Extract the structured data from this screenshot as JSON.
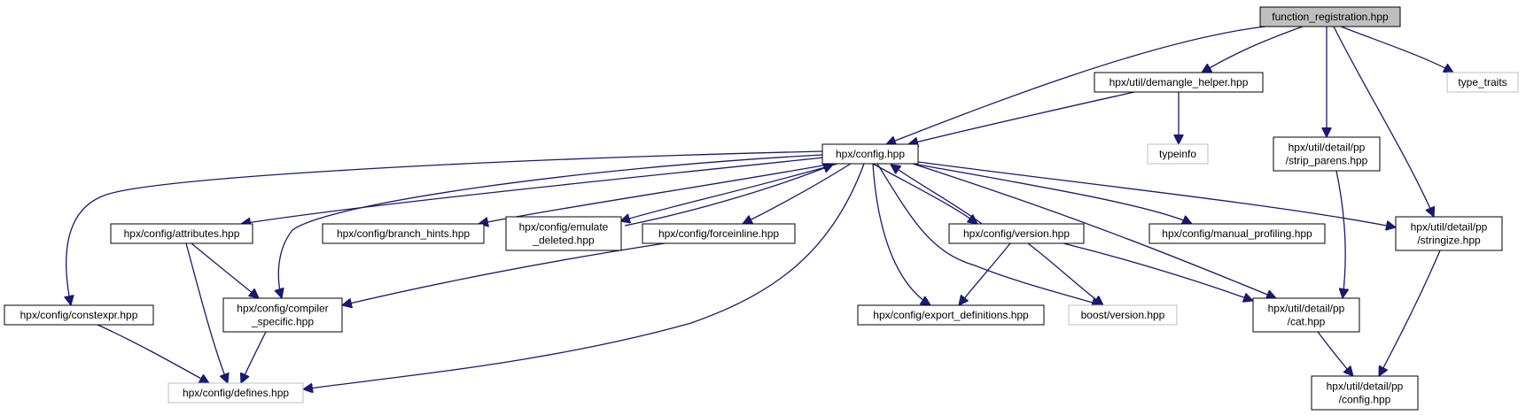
{
  "colors": {
    "edge": "#191970",
    "node_border": "#000000",
    "external_border": "#bfbfbf",
    "root_fill": "#bfbfbf",
    "node_fill": "#ffffff",
    "text": "#000000"
  },
  "nodes": [
    {
      "id": "root",
      "lines": [
        "function_registration.hpp"
      ],
      "kind": "root"
    },
    {
      "id": "demangle",
      "lines": [
        "hpx/util/demangle_helper.hpp"
      ],
      "kind": "internal"
    },
    {
      "id": "type_traits",
      "lines": [
        "type_traits"
      ],
      "kind": "external"
    },
    {
      "id": "typeinfo",
      "lines": [
        "typeinfo"
      ],
      "kind": "external"
    },
    {
      "id": "config",
      "lines": [
        "hpx/config.hpp"
      ],
      "kind": "internal"
    },
    {
      "id": "strip_parens",
      "lines": [
        "hpx/util/detail/pp",
        "/strip_parens.hpp"
      ],
      "kind": "internal"
    },
    {
      "id": "attributes",
      "lines": [
        "hpx/config/attributes.hpp"
      ],
      "kind": "internal"
    },
    {
      "id": "branch_hints",
      "lines": [
        "hpx/config/branch_hints.hpp"
      ],
      "kind": "internal"
    },
    {
      "id": "emulate_deleted",
      "lines": [
        "hpx/config/emulate",
        "_deleted.hpp"
      ],
      "kind": "internal"
    },
    {
      "id": "forceinline",
      "lines": [
        "hpx/config/forceinline.hpp"
      ],
      "kind": "internal"
    },
    {
      "id": "version",
      "lines": [
        "hpx/config/version.hpp"
      ],
      "kind": "internal"
    },
    {
      "id": "manual_profiling",
      "lines": [
        "hpx/config/manual_profiling.hpp"
      ],
      "kind": "internal"
    },
    {
      "id": "stringize",
      "lines": [
        "hpx/util/detail/pp",
        "/stringize.hpp"
      ],
      "kind": "internal"
    },
    {
      "id": "constexpr",
      "lines": [
        "hpx/config/constexpr.hpp"
      ],
      "kind": "internal"
    },
    {
      "id": "compiler_specific",
      "lines": [
        "hpx/config/compiler",
        "_specific.hpp"
      ],
      "kind": "internal"
    },
    {
      "id": "export_definitions",
      "lines": [
        "hpx/config/export_definitions.hpp"
      ],
      "kind": "internal"
    },
    {
      "id": "boost_version",
      "lines": [
        "boost/version.hpp"
      ],
      "kind": "external"
    },
    {
      "id": "cat",
      "lines": [
        "hpx/util/detail/pp",
        "/cat.hpp"
      ],
      "kind": "internal"
    },
    {
      "id": "defines",
      "lines": [
        "hpx/config/defines.hpp"
      ],
      "kind": "external"
    },
    {
      "id": "pp_config",
      "lines": [
        "hpx/util/detail/pp",
        "/config.hpp"
      ],
      "kind": "internal"
    }
  ],
  "edges": [
    {
      "from": "root",
      "to": "config"
    },
    {
      "from": "root",
      "to": "demangle"
    },
    {
      "from": "root",
      "to": "strip_parens"
    },
    {
      "from": "root",
      "to": "stringize"
    },
    {
      "from": "root",
      "to": "type_traits"
    },
    {
      "from": "demangle",
      "to": "config"
    },
    {
      "from": "demangle",
      "to": "typeinfo"
    },
    {
      "from": "config",
      "to": "attributes"
    },
    {
      "from": "config",
      "to": "branch_hints"
    },
    {
      "from": "config",
      "to": "emulate_deleted"
    },
    {
      "from": "emulate_deleted",
      "to": "config"
    },
    {
      "from": "config",
      "to": "forceinline"
    },
    {
      "from": "config",
      "to": "version"
    },
    {
      "from": "version",
      "to": "config"
    },
    {
      "from": "config",
      "to": "manual_profiling"
    },
    {
      "from": "config",
      "to": "stringize"
    },
    {
      "from": "config",
      "to": "constexpr"
    },
    {
      "from": "config",
      "to": "compiler_specific"
    },
    {
      "from": "config",
      "to": "defines"
    },
    {
      "from": "config",
      "to": "export_definitions"
    },
    {
      "from": "config",
      "to": "boost_version"
    },
    {
      "from": "config",
      "to": "cat"
    },
    {
      "from": "attributes",
      "to": "compiler_specific"
    },
    {
      "from": "attributes",
      "to": "defines"
    },
    {
      "from": "forceinline",
      "to": "compiler_specific"
    },
    {
      "from": "compiler_specific",
      "to": "defines"
    },
    {
      "from": "constexpr",
      "to": "defines"
    },
    {
      "from": "version",
      "to": "export_definitions"
    },
    {
      "from": "version",
      "to": "boost_version"
    },
    {
      "from": "version",
      "to": "cat"
    },
    {
      "from": "strip_parens",
      "to": "cat"
    },
    {
      "from": "cat",
      "to": "pp_config"
    },
    {
      "from": "stringize",
      "to": "pp_config"
    }
  ]
}
